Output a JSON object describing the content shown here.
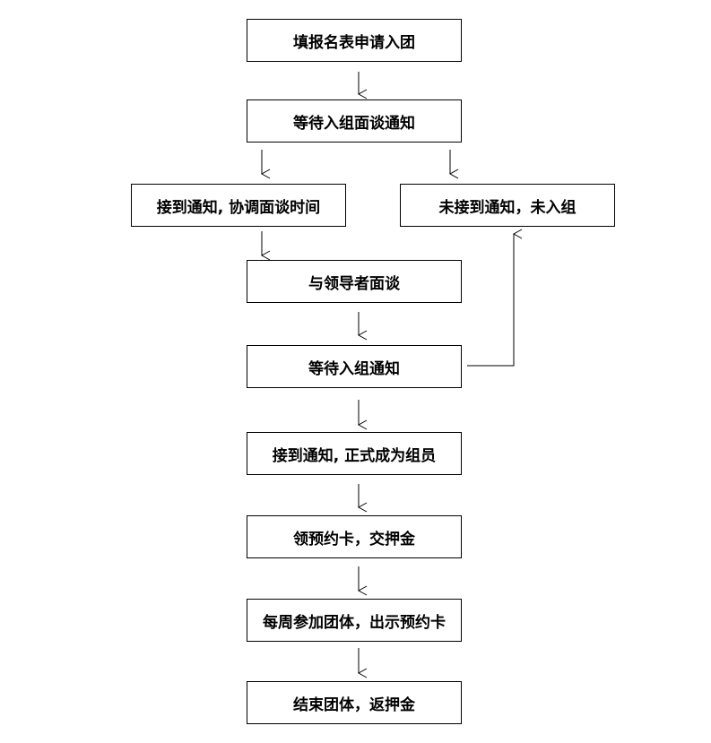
{
  "diagram": {
    "type": "flowchart",
    "steps": {
      "apply": "填报名表申请入团",
      "await_interview_notice": "等待入组面谈通知",
      "notified_schedule": "接到通知, 协调面谈时间",
      "not_notified": "未接到通知，未入组",
      "interview_leader": "与领导者面谈",
      "await_join_notice": "等待入组通知",
      "become_member": "接到通知, 正式成为组员",
      "get_card_deposit": "领预约卡，交押金",
      "weekly_attend": "每周参加团体，出示预约卡",
      "end_refund": "结束团体，返押金"
    }
  }
}
